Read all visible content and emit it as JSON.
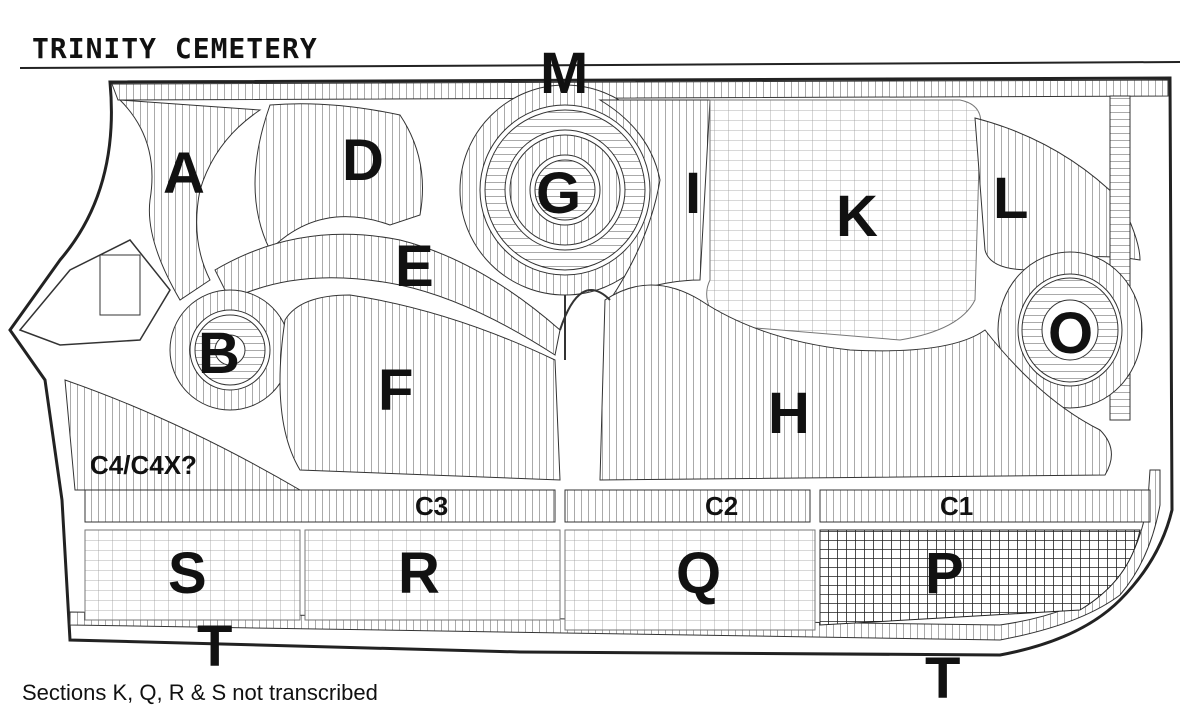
{
  "title": "TRINITY CEMETERY",
  "sections": {
    "A": "A",
    "B": "B",
    "D": "D",
    "E": "E",
    "F": "F",
    "G": "G",
    "H": "H",
    "I": "I",
    "K": "K",
    "L": "L",
    "M": "M",
    "O": "O",
    "P": "P",
    "Q": "Q",
    "R": "R",
    "S": "S",
    "T_left": "T",
    "T_right": "T"
  },
  "subsections": {
    "c4": "C4/C4X?",
    "c3": "C3",
    "c2": "C2",
    "c1": "C1"
  },
  "note": "Sections K, Q, R & S not transcribed"
}
